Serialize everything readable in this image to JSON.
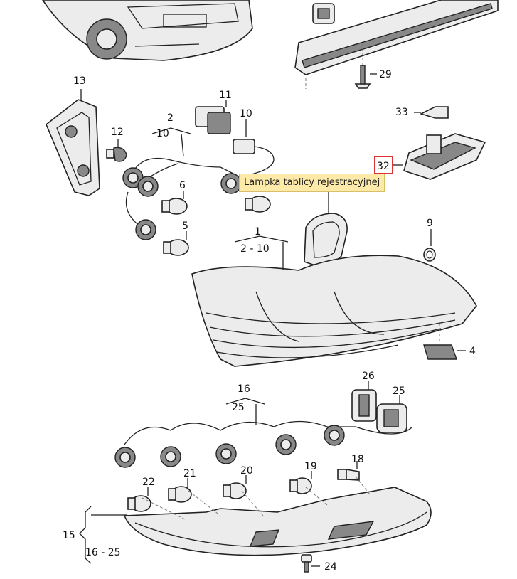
{
  "tooltip": "Lampka tablicy rejestracyjnej",
  "highlighted_part": "32",
  "callouts": {
    "p1": "1",
    "p1r": "2 - 10",
    "p2": "2",
    "p2r": "10",
    "p4": "4",
    "p5": "5",
    "p6": "6",
    "p9": "9",
    "p10": "10",
    "p11": "11",
    "p12": "12",
    "p13": "13",
    "p15": "15",
    "p15r": "16 - 25",
    "p16": "16",
    "p16r": "25",
    "p18": "18",
    "p19": "19",
    "p20": "20",
    "p21": "21",
    "p22": "22",
    "p24": "24",
    "p25": "25",
    "p26": "26",
    "p29": "29",
    "p32": "32",
    "p33": "33"
  }
}
